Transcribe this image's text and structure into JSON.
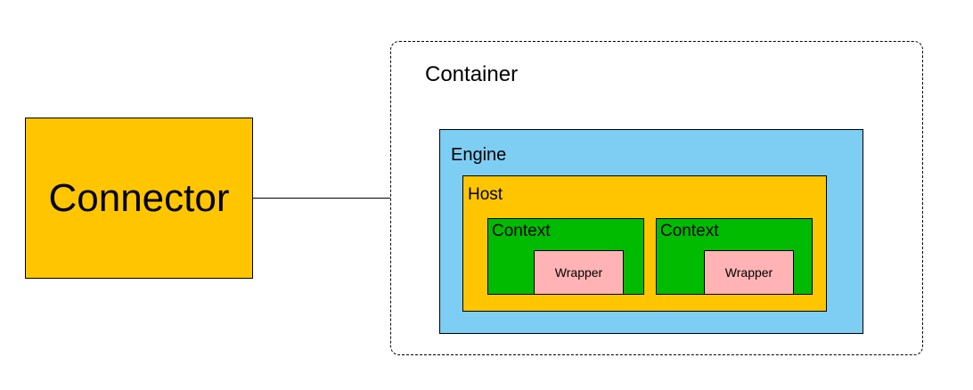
{
  "colors": {
    "connector": "#FFC600",
    "engine": "#7ECEF4",
    "host": "#FFC600",
    "context": "#00BB00",
    "wrapper": "#FFB3B4",
    "line": "#000000"
  },
  "connector": {
    "label": "Connector"
  },
  "container": {
    "label": "Container"
  },
  "engine": {
    "label": "Engine"
  },
  "host": {
    "label": "Host"
  },
  "contexts": [
    {
      "label": "Context",
      "wrapper": "Wrapper"
    },
    {
      "label": "Context",
      "wrapper": "Wrapper"
    }
  ]
}
